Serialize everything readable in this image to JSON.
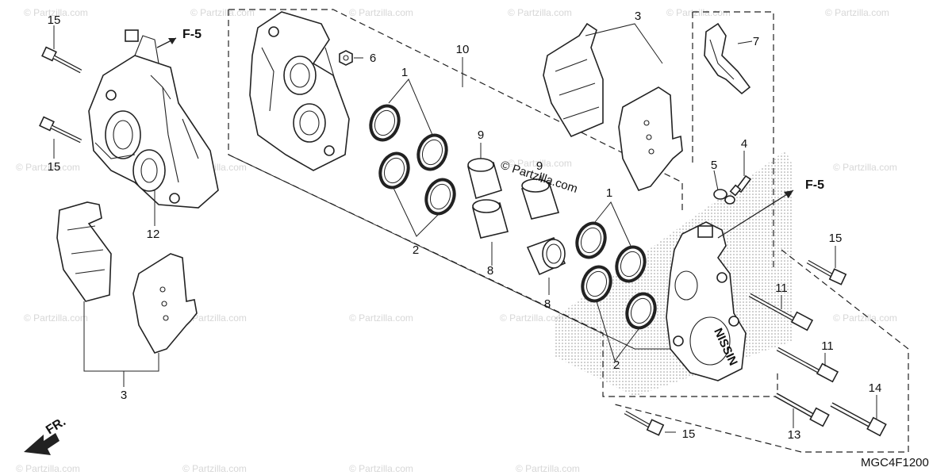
{
  "watermark": "© Partzilla.com",
  "diagram_code": "MGC4F1200",
  "direction_label": "FR.",
  "ref_labels": [
    "F-5",
    "F-5"
  ],
  "callouts": [
    {
      "id": "c15a",
      "text": "15"
    },
    {
      "id": "c15b",
      "text": "15"
    },
    {
      "id": "c15c",
      "text": "15"
    },
    {
      "id": "c15d",
      "text": "15"
    },
    {
      "id": "c12",
      "text": "12"
    },
    {
      "id": "c3a",
      "text": "3"
    },
    {
      "id": "c3b",
      "text": "3"
    },
    {
      "id": "c6",
      "text": "6"
    },
    {
      "id": "c10",
      "text": "10"
    },
    {
      "id": "c1a",
      "text": "1"
    },
    {
      "id": "c1b",
      "text": "1"
    },
    {
      "id": "c2a",
      "text": "2"
    },
    {
      "id": "c2b",
      "text": "2"
    },
    {
      "id": "c9a",
      "text": "9"
    },
    {
      "id": "c9b",
      "text": "9"
    },
    {
      "id": "c8a",
      "text": "8"
    },
    {
      "id": "c8b",
      "text": "8"
    },
    {
      "id": "c7",
      "text": "7"
    },
    {
      "id": "c4",
      "text": "4"
    },
    {
      "id": "c5",
      "text": "5"
    },
    {
      "id": "c11a",
      "text": "11"
    },
    {
      "id": "c11b",
      "text": "11"
    },
    {
      "id": "c13",
      "text": "13"
    },
    {
      "id": "c14",
      "text": "14"
    }
  ]
}
